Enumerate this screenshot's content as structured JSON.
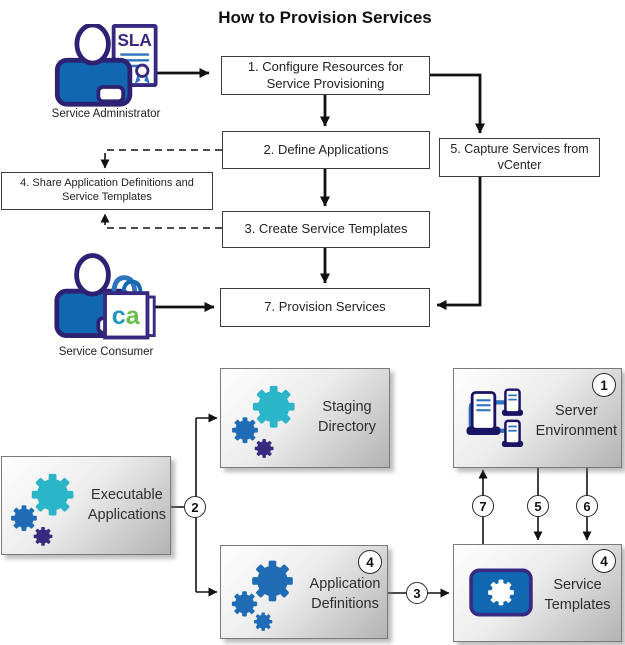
{
  "title": "How to Provision Services",
  "colors": {
    "gear_teal": "#2ab5c8",
    "gear_blue": "#1f6cb4",
    "gear_purple": "#372a80",
    "shirt_blue": "#1268b0",
    "outline_purple": "#2d2174",
    "server_navy": "#1b1464",
    "link_blue": "#2f72bd",
    "ca_green": "#6abf4b",
    "ca_blue": "#2196c4"
  },
  "flowchart": {
    "steps": {
      "step1": "1. Configure Resources for Service Provisioning",
      "step2": "2. Define Applications",
      "step3": "3. Create Service Templates",
      "step4": "4. Share Application Definitions and Service Templates",
      "step5": "5. Capture Services from vCenter",
      "step7": "7. Provision Services"
    },
    "actors": {
      "administrator": "Service Administrator",
      "consumer": "Service Consumer"
    },
    "icons": {
      "sla": "SLA",
      "ca_c": "c",
      "ca_a": "a"
    }
  },
  "components": {
    "executable_applications": "Executable Applications",
    "staging_directory": "Staging Directory",
    "application_definitions": "Application Definitions",
    "service_templates": "Service Templates",
    "server_environment": "Server Environment",
    "badges": {
      "server_environment": "1",
      "application_definitions": "4",
      "service_templates": "4"
    },
    "connectors": {
      "n2": "2",
      "n3": "3",
      "n5": "5",
      "n6": "6",
      "n7": "7"
    }
  }
}
